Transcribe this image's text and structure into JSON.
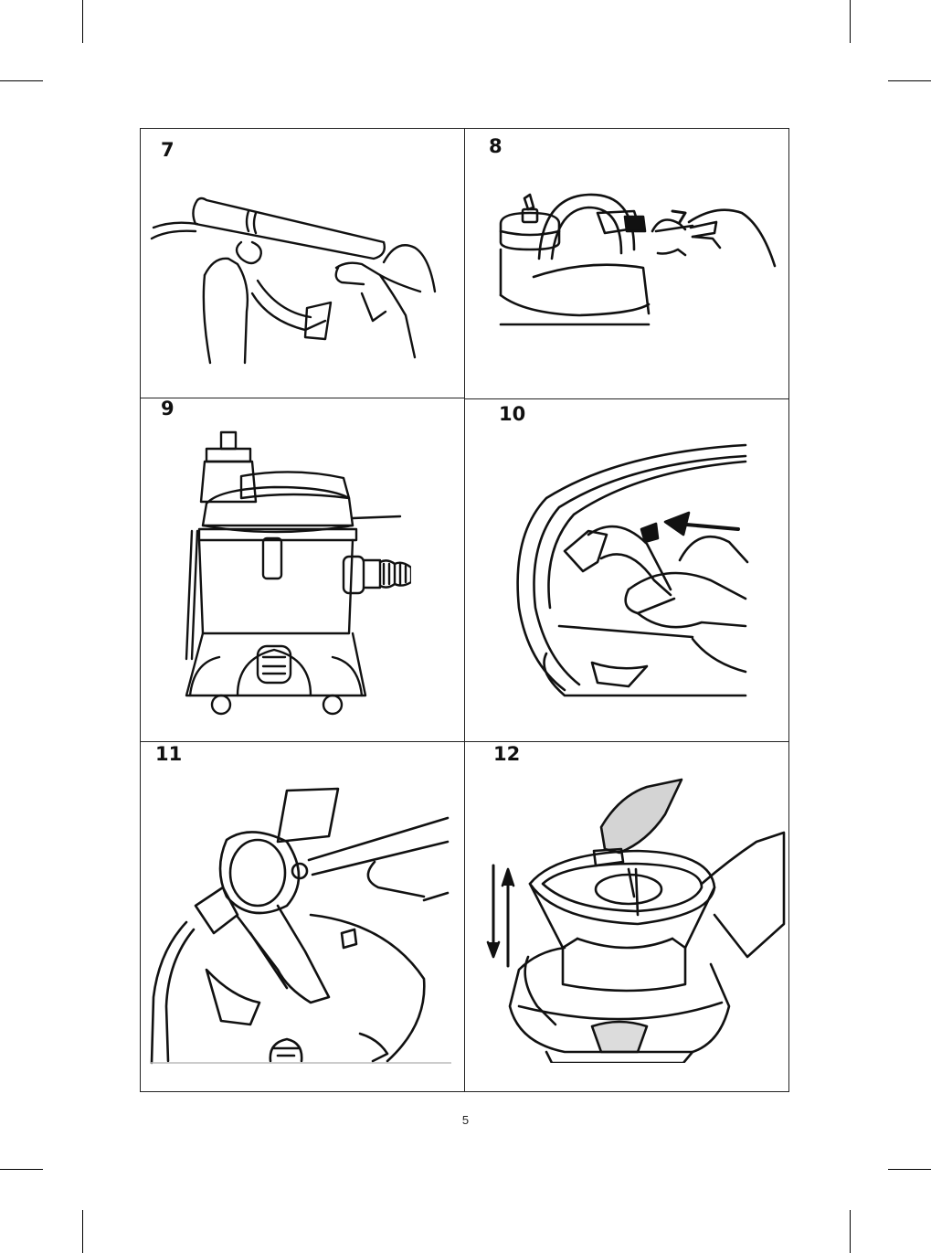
{
  "page": {
    "number": "5"
  },
  "figures": [
    {
      "label": "7",
      "illustration": "hands-fitting-hose-clips-icon"
    },
    {
      "label": "8",
      "illustration": "hand-unlocking-head-clip-icon"
    },
    {
      "label": "9",
      "illustration": "vacuum-cleaner-assembled-icon"
    },
    {
      "label": "10",
      "illustration": "hand-removing-filter-holder-icon"
    },
    {
      "label": "11",
      "illustration": "hand-lifting-filter-frame-icon"
    },
    {
      "label": "12",
      "illustration": "hands-lifting-container-icon"
    }
  ]
}
